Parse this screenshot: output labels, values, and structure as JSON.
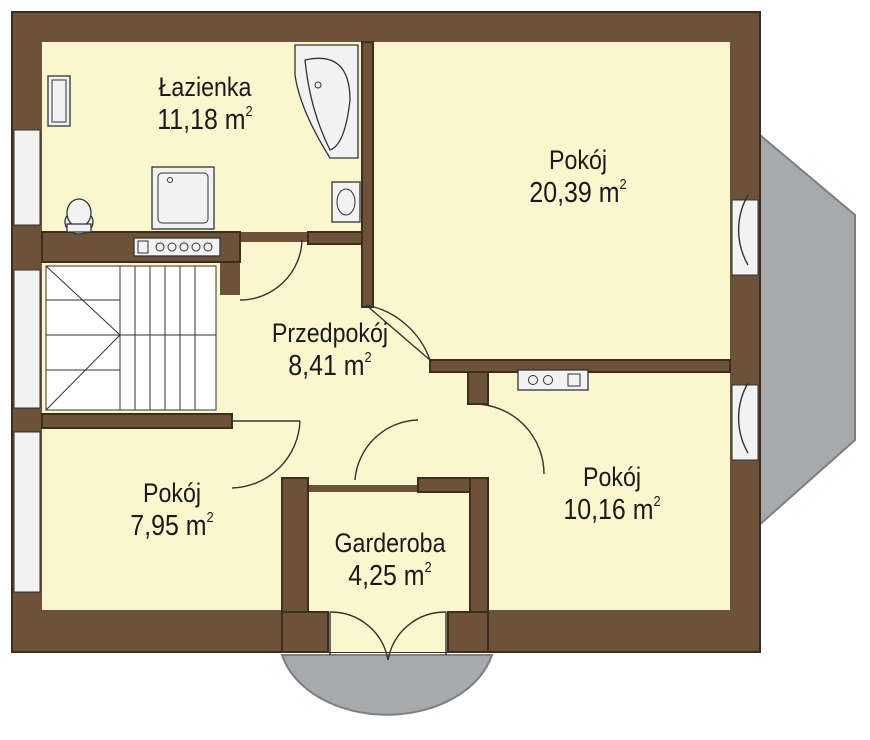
{
  "colors": {
    "wall": "#6b5238",
    "wall_edge": "#3e2d1c",
    "floor": "#fbf6cd",
    "bay": "#a7aaad",
    "bay_edge": "#7b7e82",
    "fixture": "#f2f2f2",
    "line": "#333333"
  },
  "rooms": [
    {
      "id": "lazienka",
      "name": "Łazienka",
      "area": "11,18 m",
      "unit": "2"
    },
    {
      "id": "pokoj-large",
      "name": "Pokój",
      "area": "20,39 m",
      "unit": "2"
    },
    {
      "id": "przedpokoj",
      "name": "Przedpokój",
      "area": "8,41 m",
      "unit": "2"
    },
    {
      "id": "pokoj-small-left",
      "name": "Pokój",
      "area": "7,95 m",
      "unit": "2"
    },
    {
      "id": "garderoba",
      "name": "Garderoba",
      "area": "4,25 m",
      "unit": "2"
    },
    {
      "id": "pokoj-right",
      "name": "Pokój",
      "area": "10,16 m",
      "unit": "2"
    }
  ]
}
